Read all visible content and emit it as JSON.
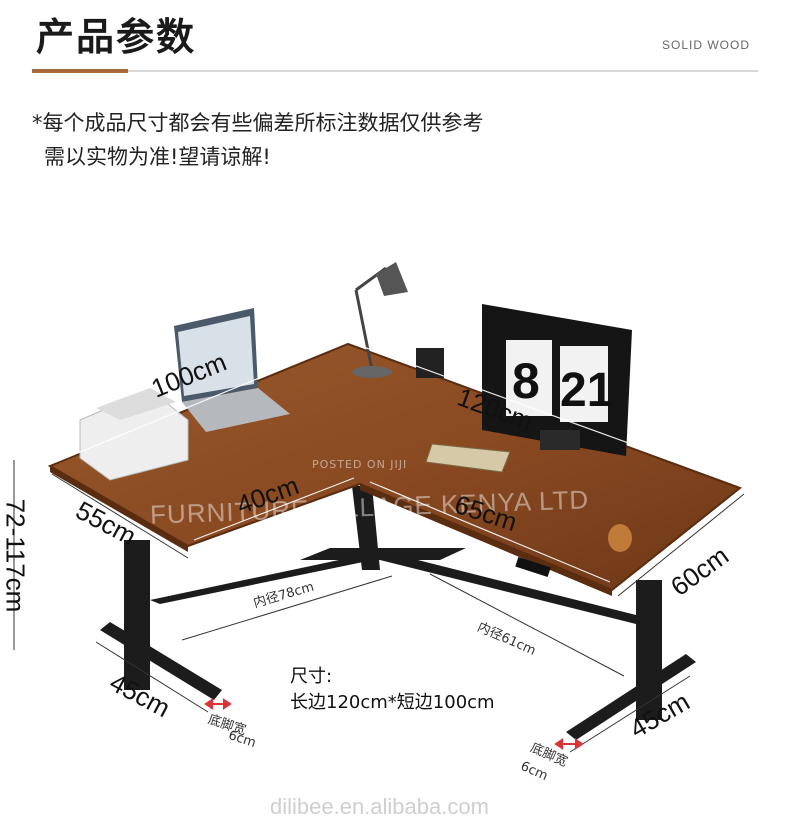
{
  "header": {
    "title": "产品参数",
    "brand": "SOLID WOOD"
  },
  "note": {
    "line1": "*每个成品尺寸都会有些偏差所标注数据仅供参考",
    "line2": "需以实物为准!望请谅解!"
  },
  "dimensions": {
    "long_top": "100cm",
    "right_top": "120cm",
    "depth_left": "55cm",
    "inner_left": "40cm",
    "inner_right": "65cm",
    "depth_right": "60cm",
    "height": "72-117cm",
    "foot_left": "45cm",
    "foot_right": "45cm",
    "inner_dia_left": "内径78cm",
    "inner_dia_right": "内径61cm"
  },
  "foot_width": {
    "label": "底脚宽",
    "value": "6cm"
  },
  "spec": {
    "label": "尺寸:",
    "value": "长边120cm*短边100cm"
  },
  "monitor": {
    "hour": "8",
    "minute": "21"
  },
  "watermark": {
    "main": "FURNITURE VILLAGE KENYA LTD",
    "small": "POSTED ON JIJI"
  },
  "footer": {
    "site": "dilibee.en.alibaba.com"
  },
  "colors": {
    "desk_wood": "#8a4a22",
    "frame": "#1c1c1c",
    "accent": "#a86a3c",
    "arrow": "#d9343a"
  }
}
